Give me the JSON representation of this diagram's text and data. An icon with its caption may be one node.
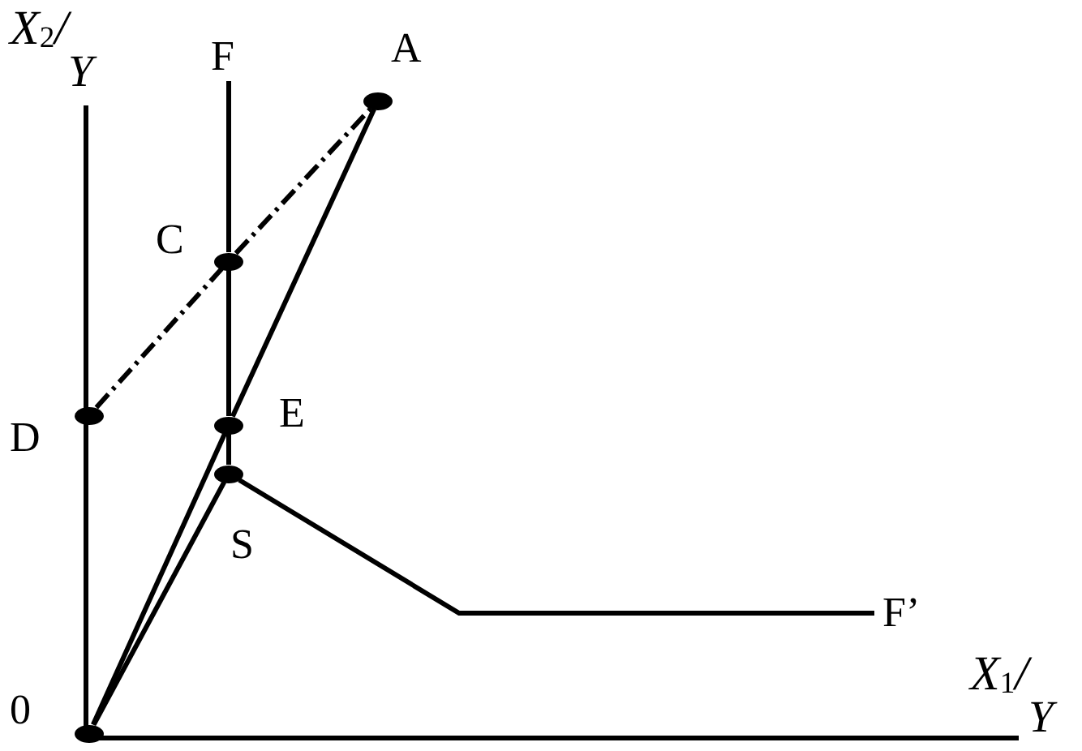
{
  "diagram": {
    "nodes": [
      {
        "text": [
          "F"
        ]
      },
      {
        "text": [],
        "shape": "circle",
        "beside": [
          "A"
        ]
      },
      {
        "text": [],
        "shape": "circle",
        "beside": [
          "C"
        ]
      },
      {
        "text": [],
        "shape": "circle",
        "beside": [
          "D"
        ]
      },
      {
        "text": [],
        "shape": "circle",
        "beside": [
          "E"
        ]
      },
      {
        "text": [],
        "shape": "circle",
        "beside": [
          "S"
        ]
      },
      {
        "text": [
          "F’"
        ]
      },
      {
        "text": [],
        "shape": "circle",
        "beside": [
          "0"
        ]
      }
    ],
    "edges": [
      {
        "from": 0,
        "to": 2,
        "arrow": "none"
      },
      {
        "from": 2,
        "to": 4,
        "arrow": "none"
      },
      {
        "from": 4,
        "to": 5,
        "arrow": "none"
      },
      {
        "from": 7,
        "to": 4,
        "arrow": "none"
      },
      {
        "from": 4,
        "to": 1,
        "arrow": "none"
      },
      {
        "from": 7,
        "to": 5,
        "arrow": "none"
      },
      {
        "from": 3,
        "to": 2,
        "arrow": "none",
        "style": "dashed"
      },
      {
        "from": 2,
        "to": 1,
        "arrow": "none",
        "style": "dashed"
      },
      {
        "from": 5,
        "to": 6,
        "arrow": "none"
      }
    ],
    "labels": [
      "X$_{2}$/$_{Y}$",
      "X$_{1}$/$_{Y}$"
    ]
  }
}
